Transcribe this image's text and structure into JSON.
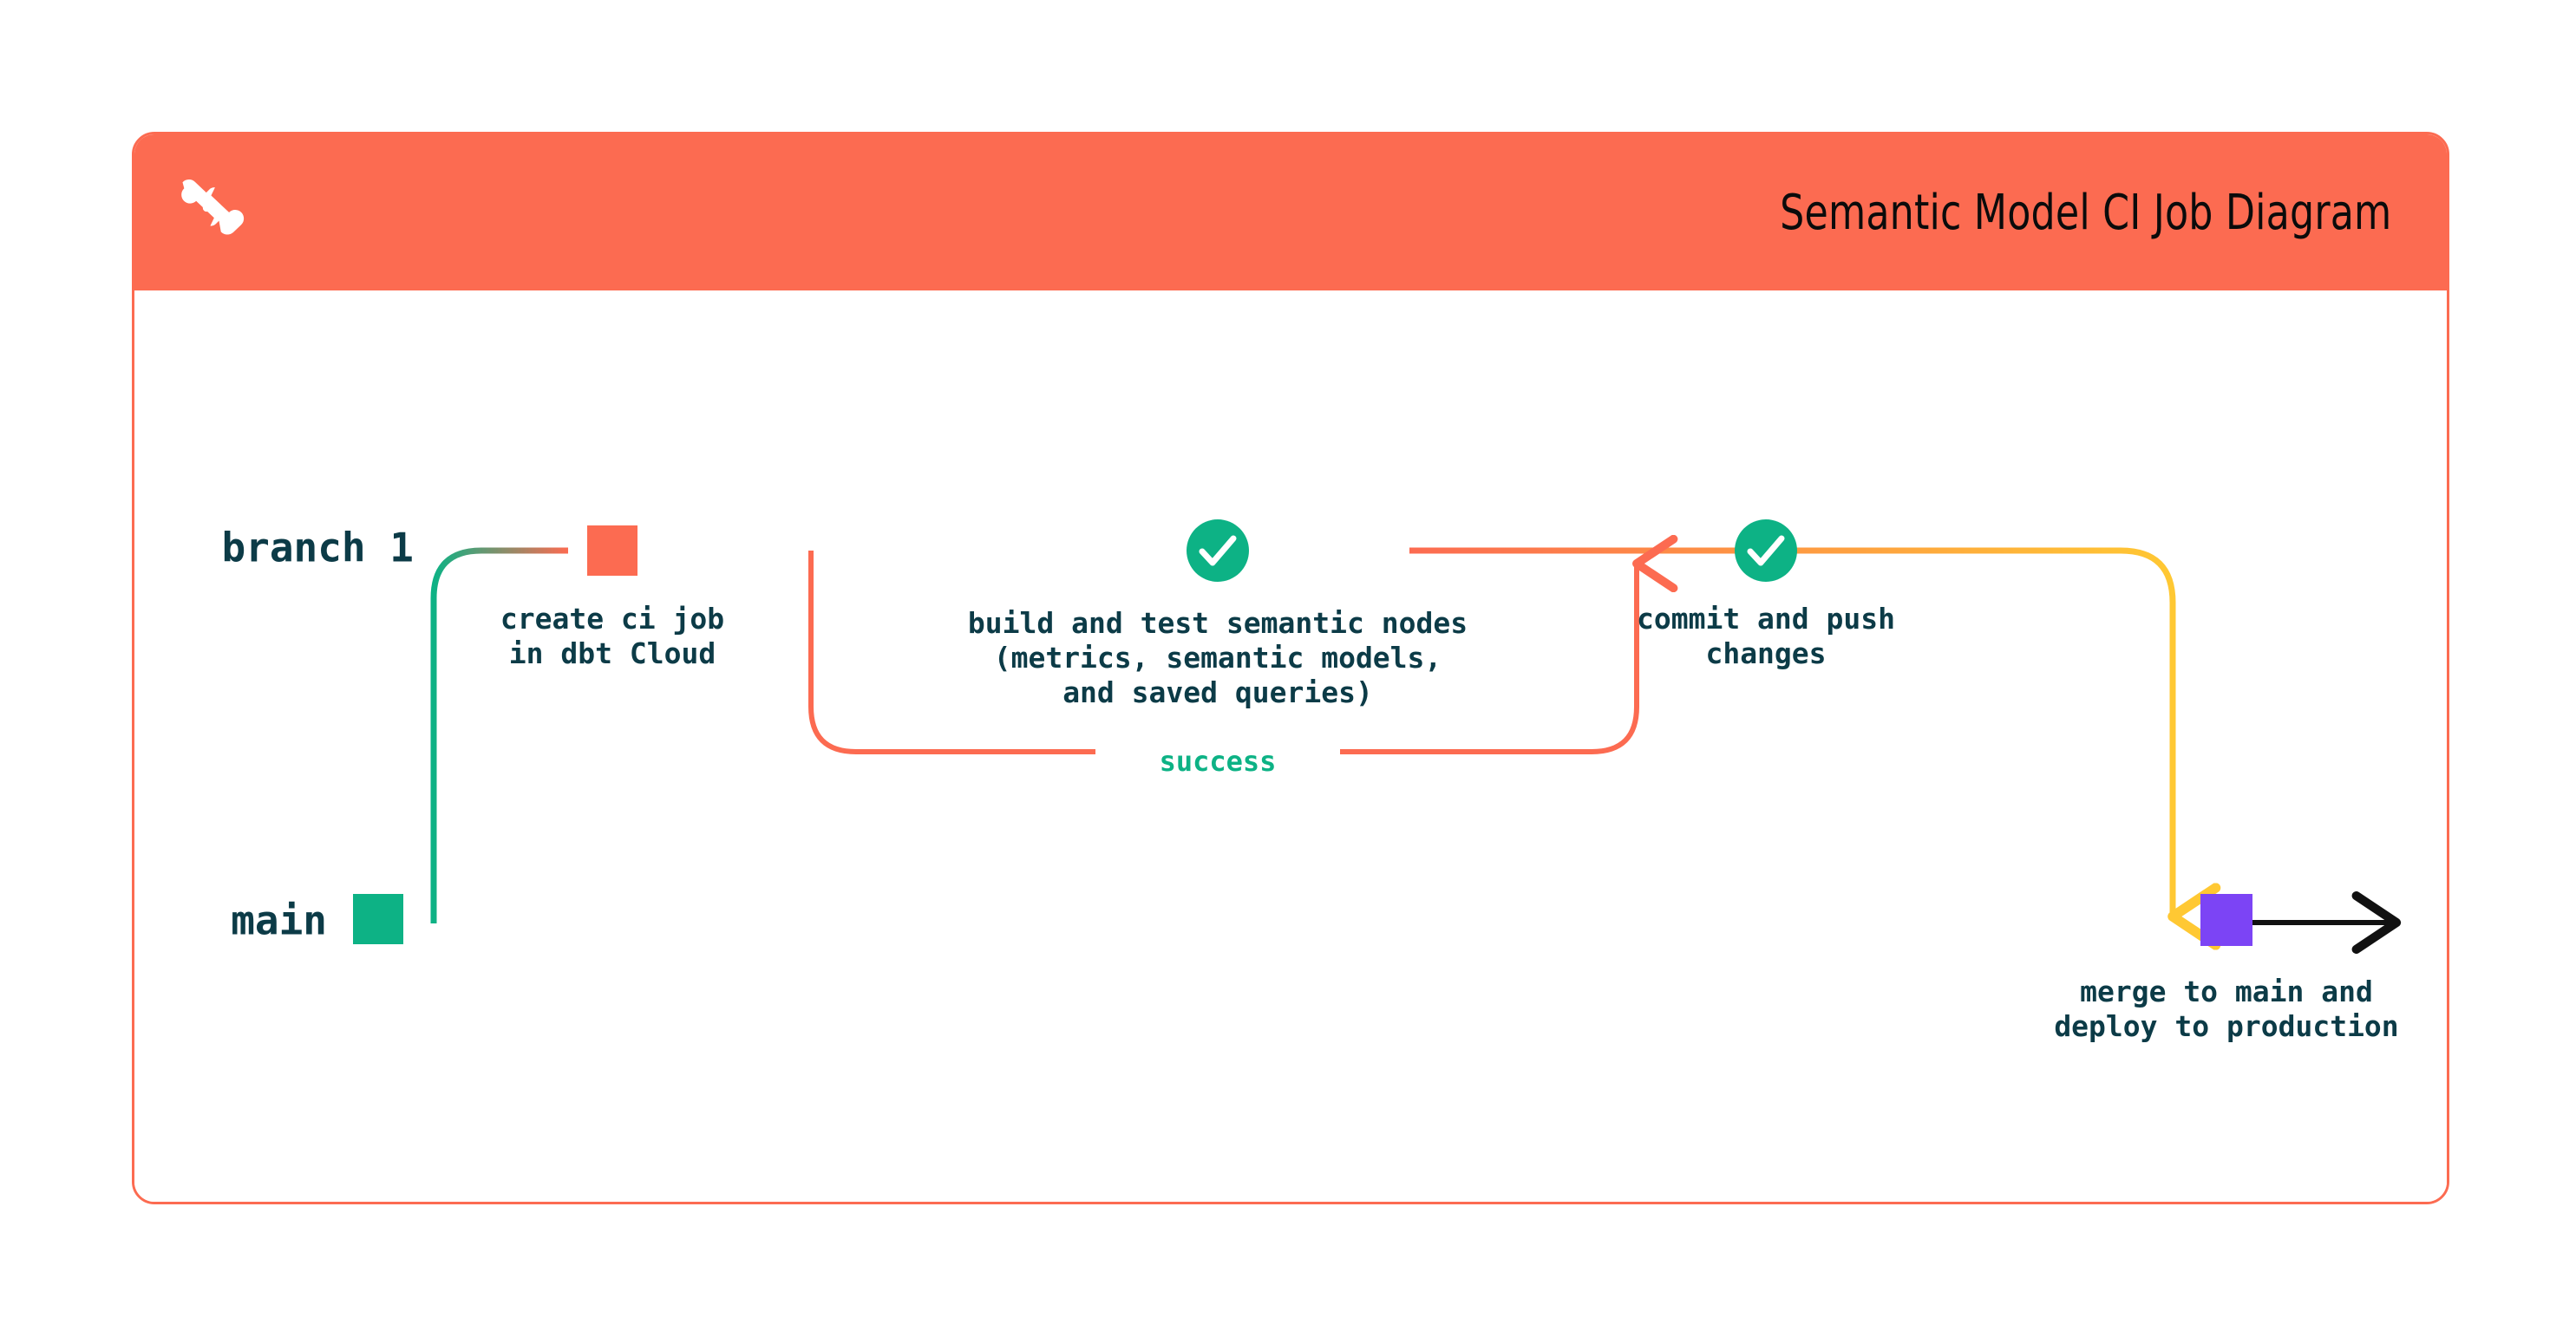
{
  "header": {
    "title": "Semantic Model CI Job Diagram",
    "logo_icon": "dbt-logo-icon",
    "background_color": "#FC6B51"
  },
  "colors": {
    "orange": "#FC6B51",
    "green": "#0DB285",
    "yellow": "#FFC833",
    "purple": "#7C44F5",
    "black": "#111111",
    "text": "#0C3B47"
  },
  "lanes": [
    {
      "id": "branch-1",
      "label": "branch 1",
      "marker_color": "#FC6B51"
    },
    {
      "id": "main",
      "label": "main",
      "marker_color": "#0DB285"
    }
  ],
  "nodes": [
    {
      "id": "create-ci-job",
      "marker": "square",
      "marker_color": "#FC6B51",
      "lane": "branch-1",
      "label_lines": [
        "create ci job",
        "in dbt Cloud"
      ]
    },
    {
      "id": "build-and-test",
      "marker": "check-circle",
      "marker_color": "#0DB285",
      "lane": "branch-1",
      "label_lines": [
        "build and test semantic nodes",
        "(metrics, semantic models,",
        "and saved queries)"
      ]
    },
    {
      "id": "commit-and-push",
      "marker": "check-circle",
      "marker_color": "#0DB285",
      "lane": "branch-1",
      "label_lines": [
        "commit and push",
        "changes"
      ]
    },
    {
      "id": "merge-to-main",
      "marker": "square",
      "marker_color": "#7C44F5",
      "lane": "main",
      "label_lines": [
        "merge to main and",
        "deploy to production"
      ]
    }
  ],
  "loop": {
    "id": "retry-loop",
    "label": "success",
    "label_color": "#0DB285",
    "border_color": "#FC6B51"
  }
}
